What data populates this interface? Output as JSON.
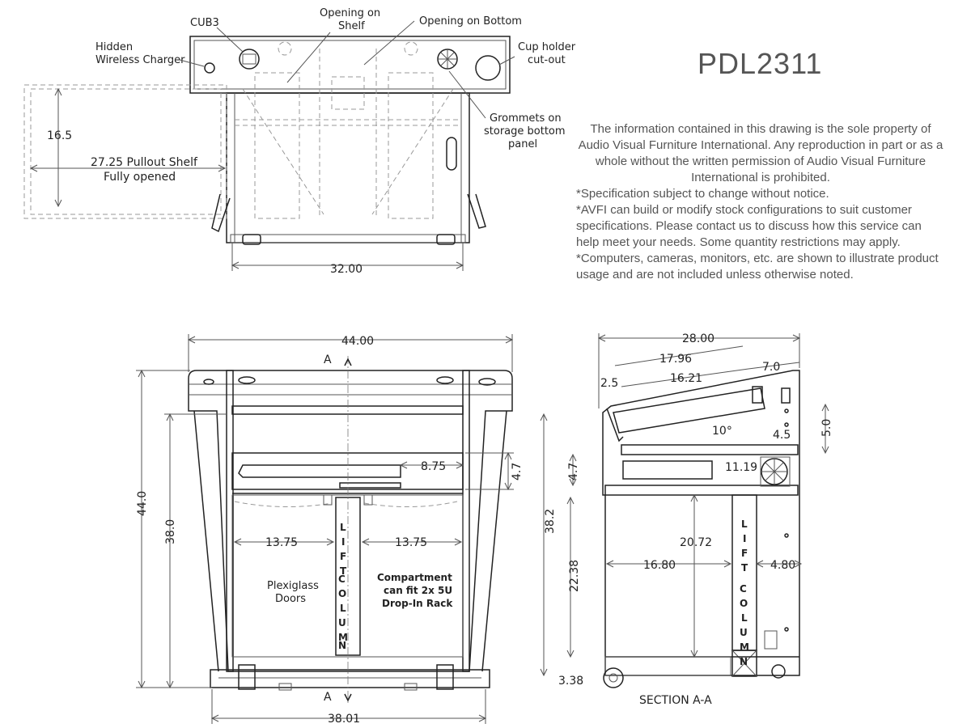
{
  "title": "PDL2311",
  "notice": {
    "line1": "The information contained in this drawing is the sole property of Audio Visual Furniture International. Any reproduction in part or as a whole without the written permission of Audio Visual Furniture International is prohibited.",
    "line2": "*Specification subject to change without notice.",
    "line3": "*AVFI can build or modify stock configurations to suit customer specifications. Please contact us to discuss how this service can help meet your needs. Some quantity restrictions may apply.",
    "line4": "*Computers, cameras, monitors, etc. are shown to illustrate product usage and are not included unless otherwise noted."
  },
  "top_view": {
    "callouts": {
      "cub3": "CUB3",
      "opening_shelf_1": "Opening on",
      "opening_shelf_2": "Shelf",
      "opening_bottom": "Opening on Bottom",
      "hidden_charger_1": "Hidden",
      "hidden_charger_2": "Wireless Charger",
      "cup_holder_1": "Cup holder",
      "cup_holder_2": "cut-out",
      "grommets_1": "Grommets on",
      "grommets_2": "storage bottom",
      "grommets_3": "panel"
    },
    "dims": {
      "shelf_depth": "16.5",
      "pullout_1": "27.25 Pullout Shelf",
      "pullout_2": "Fully opened",
      "width": "32.00"
    }
  },
  "front_view": {
    "dims": {
      "top_width": "44.00",
      "height": "44.0",
      "inner_height": "38.0",
      "shelf_depth": "8.75",
      "shelf_height": "4.7",
      "left_bay": "13.75",
      "right_bay": "13.75",
      "base_width": "38.01"
    },
    "section_mark_top": "A",
    "section_mark_bottom": "A",
    "lift_column": [
      "L",
      "I",
      "F",
      "T",
      "C",
      "O",
      "L",
      "U",
      "M",
      "N"
    ],
    "left_label_1": "Plexiglass",
    "left_label_2": "Doors",
    "right_label_1": "Compartment",
    "right_label_2": "can fit 2x 5U",
    "right_label_3": "Drop-In Rack"
  },
  "section_view": {
    "dims": {
      "depth": "28.00",
      "surface": "17.96",
      "lip": "2.5",
      "inner": "16.21",
      "back": "7.0",
      "rise_right": "5.0",
      "small_rise": "4.5",
      "angle": "10°",
      "shelf_h": "4.7",
      "shelf_d": "11.19",
      "total_h": "38.2",
      "cabinet_h": "22.38",
      "interior_d": "16.80",
      "interior_h": "20.72",
      "right_gap": "4.80",
      "base": "3.38"
    },
    "lift_column": [
      "L",
      "I",
      "F",
      "T",
      "C",
      "O",
      "L",
      "U",
      "M",
      "N"
    ],
    "caption": "SECTION A-A"
  }
}
